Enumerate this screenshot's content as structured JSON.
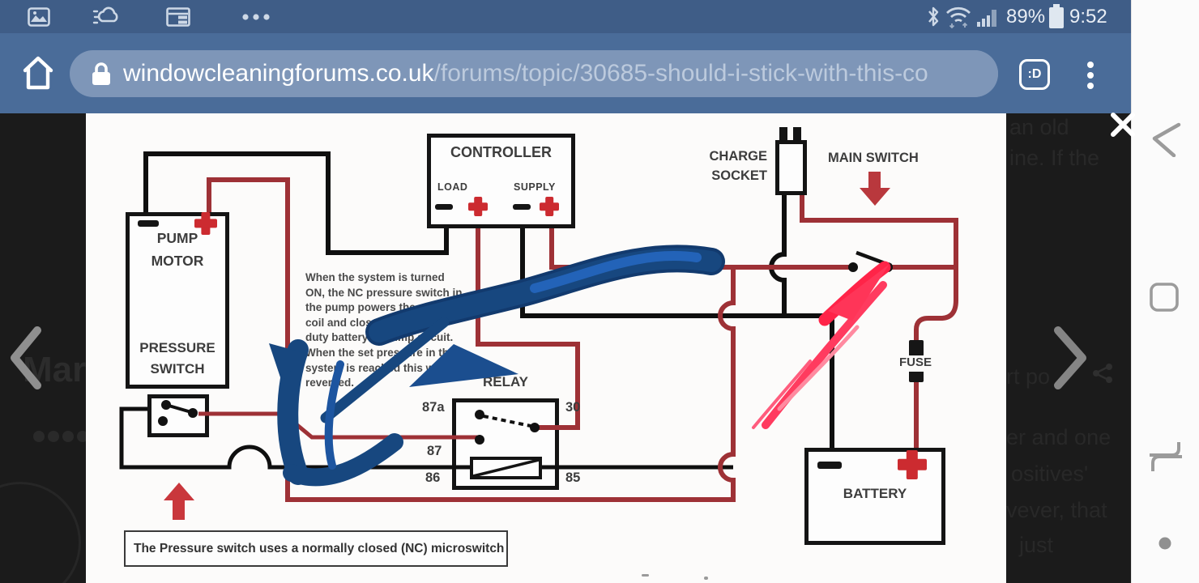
{
  "status_bar": {
    "time": "9:52 am",
    "battery_percent": "89%",
    "icons_left": [
      "screenshot-icon",
      "weather-icon",
      "calendar-icon",
      "more-notifications-icon"
    ],
    "icons_right": [
      "bluetooth-icon",
      "wifi-icon",
      "signal-icon",
      "battery-icon"
    ]
  },
  "browser": {
    "url_domain": "windowcleaningforums.co.uk",
    "url_path": "/forums/topic/30685-should-i-stick-with-this-co",
    "tab_badge": ":D",
    "icons": [
      "home-icon",
      "lock-icon",
      "tab-count-icon",
      "overflow-menu-icon"
    ]
  },
  "lightbox": {
    "controls": [
      "close-icon",
      "previous-chevron-icon",
      "next-chevron-icon"
    ]
  },
  "diagram": {
    "pump_motor_line1": "PUMP",
    "pump_motor_line2": "MOTOR",
    "pressure_switch_line1": "PRESSURE",
    "pressure_switch_line2": "SWITCH",
    "controller_title": "CONTROLLER",
    "load_label": "LOAD",
    "supply_label": "SUPPLY",
    "charge_socket_line1": "CHARGE",
    "charge_socket_line2": "SOCKET",
    "main_switch_label": "MAIN SWITCH",
    "relay_title": "RELAY",
    "relay_pins": {
      "p87a": "87a",
      "p30": "30",
      "p87": "87",
      "p86": "86",
      "p85": "85"
    },
    "fuse_label": "FUSE",
    "battery_label": "BATTERY",
    "note_lines": [
      "When the system is turned",
      "ON, the NC pressure switch in",
      "the pump powers the relay",
      "coil and closes the heavier",
      "duty battery to pump circuit.",
      "When the set pressure in the",
      "system is reached this will be",
      "reversed."
    ],
    "caption": "The Pressure switch uses a normally closed (NC) microswitch"
  },
  "background_page": {
    "left_name_fragment": "Mar",
    "right_fragments": [
      "an old",
      "ine.  If the",
      "rt po",
      "er and one",
      "ositives'",
      "vever, that",
      "just"
    ]
  },
  "colors": {
    "accent_red": "#cc2b30",
    "wire_red": "#9e3136",
    "arrow_blue": "#17477f",
    "arrow_pink": "#ff3558",
    "chrome_blue": "#4a6c99"
  }
}
